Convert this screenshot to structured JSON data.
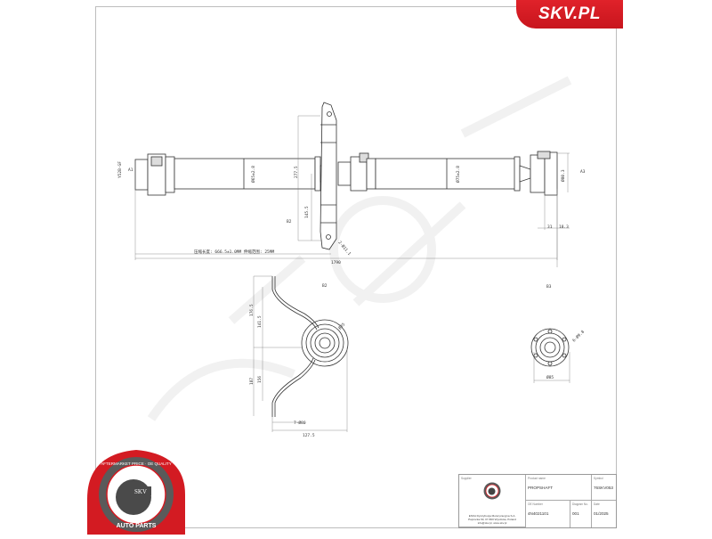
{
  "brand": {
    "badge_text": "SKV.PL",
    "badge_color": "#d31b22"
  },
  "drawing": {
    "views": {
      "main": "propshaft-side-view",
      "detail_b2": "B2",
      "detail_b3": "B3"
    },
    "dimensions": {
      "left_flange_label": "Y52B-GF",
      "left_flange_sub": "A1",
      "tube1_dia": "Ø65±2.8",
      "bracket_height_upper": "277.5",
      "bracket_height_lower": "145.5",
      "bracket_label": "B2",
      "bracket_hole": "2-Ø11.1",
      "tube2_dia": "Ø75±2.8",
      "right_flange_dia": "Ø80.3",
      "right_label": "A3",
      "right_dim_1": "31",
      "right_dim_2": "18.3",
      "compressed_note": "压缩长度: 666.5±1.0MM  伸缩范围: 25MM",
      "overall_length": "1790",
      "b2_height_1": "176.5",
      "b2_height_2": "141.5",
      "b2_height_3": "187",
      "b2_height_4": "156",
      "b2_bearing": "Ø35",
      "b2_width_1": "7-Ø80",
      "b2_width_2": "127.5",
      "b3_hole": "6-Ø9.8",
      "b3_dia": "Ø85"
    }
  },
  "title_block": {
    "supplier_label": "Supplier",
    "company_name": "ESKA Dystrybucja Motoryzacyjna S.A.",
    "company_address": "Paprocka 69, 07-800 Wyszków, Poland",
    "company_contact": "info@skv.pl, www.skv.pl",
    "product_name_label": "Product name",
    "product_name": "PROPSHAFT",
    "symbol_label": "Symbol",
    "symbol": "76SKV053",
    "oe_number_label": "OE Number",
    "oe_number": "4N4021101",
    "diagram_no_label": "Diagram No.",
    "diagram_no": "001",
    "date_label": "Date",
    "date": "01/2025"
  },
  "seal": {
    "top_text": "AFTERMARKET PRICE · OE QUALITY",
    "center_text": "SKV",
    "bottom_text": "AUTO PARTS",
    "ring_color": "#d31b22",
    "inner_color": "#5a5a5a"
  }
}
